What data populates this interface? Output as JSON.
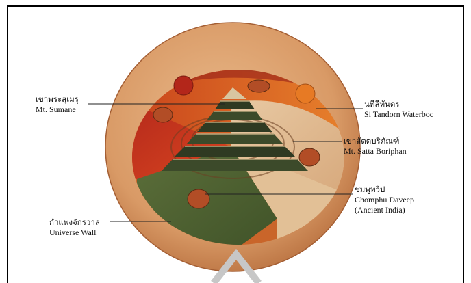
{
  "labels": {
    "sumane": {
      "thai": "เขาพระสุเมรุ",
      "en": "Mt. Sumane"
    },
    "waterbody": {
      "thai": "นทีสีทันดร",
      "en": "Si Tandorn Waterboc"
    },
    "satta": {
      "thai": "เขาสัตตบริภัณฑ์",
      "en": "Mt. Satta Boriphan"
    },
    "chomphu": {
      "thai": "ชมพูทวีป",
      "en": "Chomphu Daveep",
      "extra": "(Ancient India)"
    },
    "wall": {
      "thai": "กำแพงจักรวาล",
      "en": "Universe Wall"
    }
  }
}
